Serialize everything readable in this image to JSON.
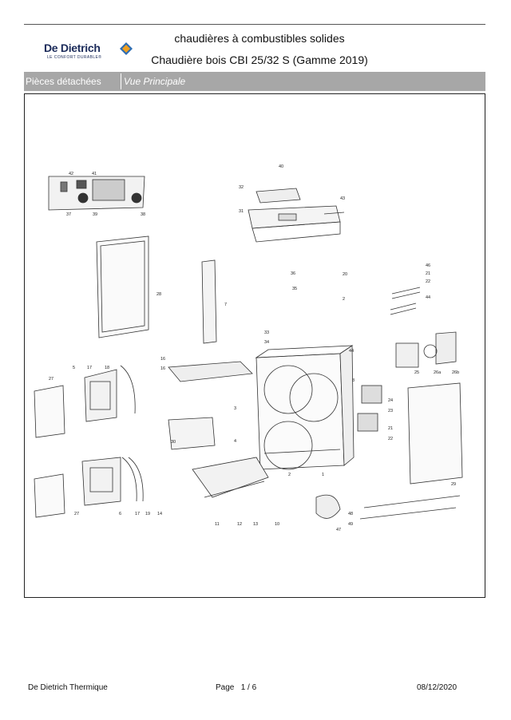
{
  "header": {
    "brand": "De Dietrich",
    "brand_tagline": "LE CONFORT DURABLE®",
    "title_line1": "chaudières à combustibles solides",
    "title_line2": "Chaudière bois CBI 25/32 S (Gamme 2019)",
    "brand_colors": {
      "navy": "#1b2b5a",
      "orange": "#f0a020",
      "blue": "#2d6db4"
    }
  },
  "section_bar": {
    "left_label": "Pièces détachées",
    "right_label": "Vue Principale",
    "background": "#a7a7a7"
  },
  "diagram": {
    "callouts": [
      "42",
      "41",
      "37",
      "39",
      "38",
      "40",
      "32",
      "43",
      "31",
      "28",
      "7",
      "36",
      "35",
      "20",
      "46",
      "21",
      "22",
      "44",
      "2",
      "33",
      "34",
      "44",
      "16",
      "16",
      "5",
      "17",
      "18",
      "27",
      "8",
      "24",
      "23",
      "21",
      "22",
      "25",
      "26a",
      "26b",
      "3",
      "30",
      "4",
      "29",
      "1",
      "2",
      "11",
      "12",
      "13",
      "10",
      "27",
      "6",
      "17",
      "19",
      "14",
      "48",
      "47",
      "49"
    ]
  },
  "footer": {
    "company": "De Dietrich Thermique",
    "page_label": "Page",
    "page_current": "1",
    "page_sep": "/",
    "page_total": "6",
    "date": "08/12/2020"
  }
}
